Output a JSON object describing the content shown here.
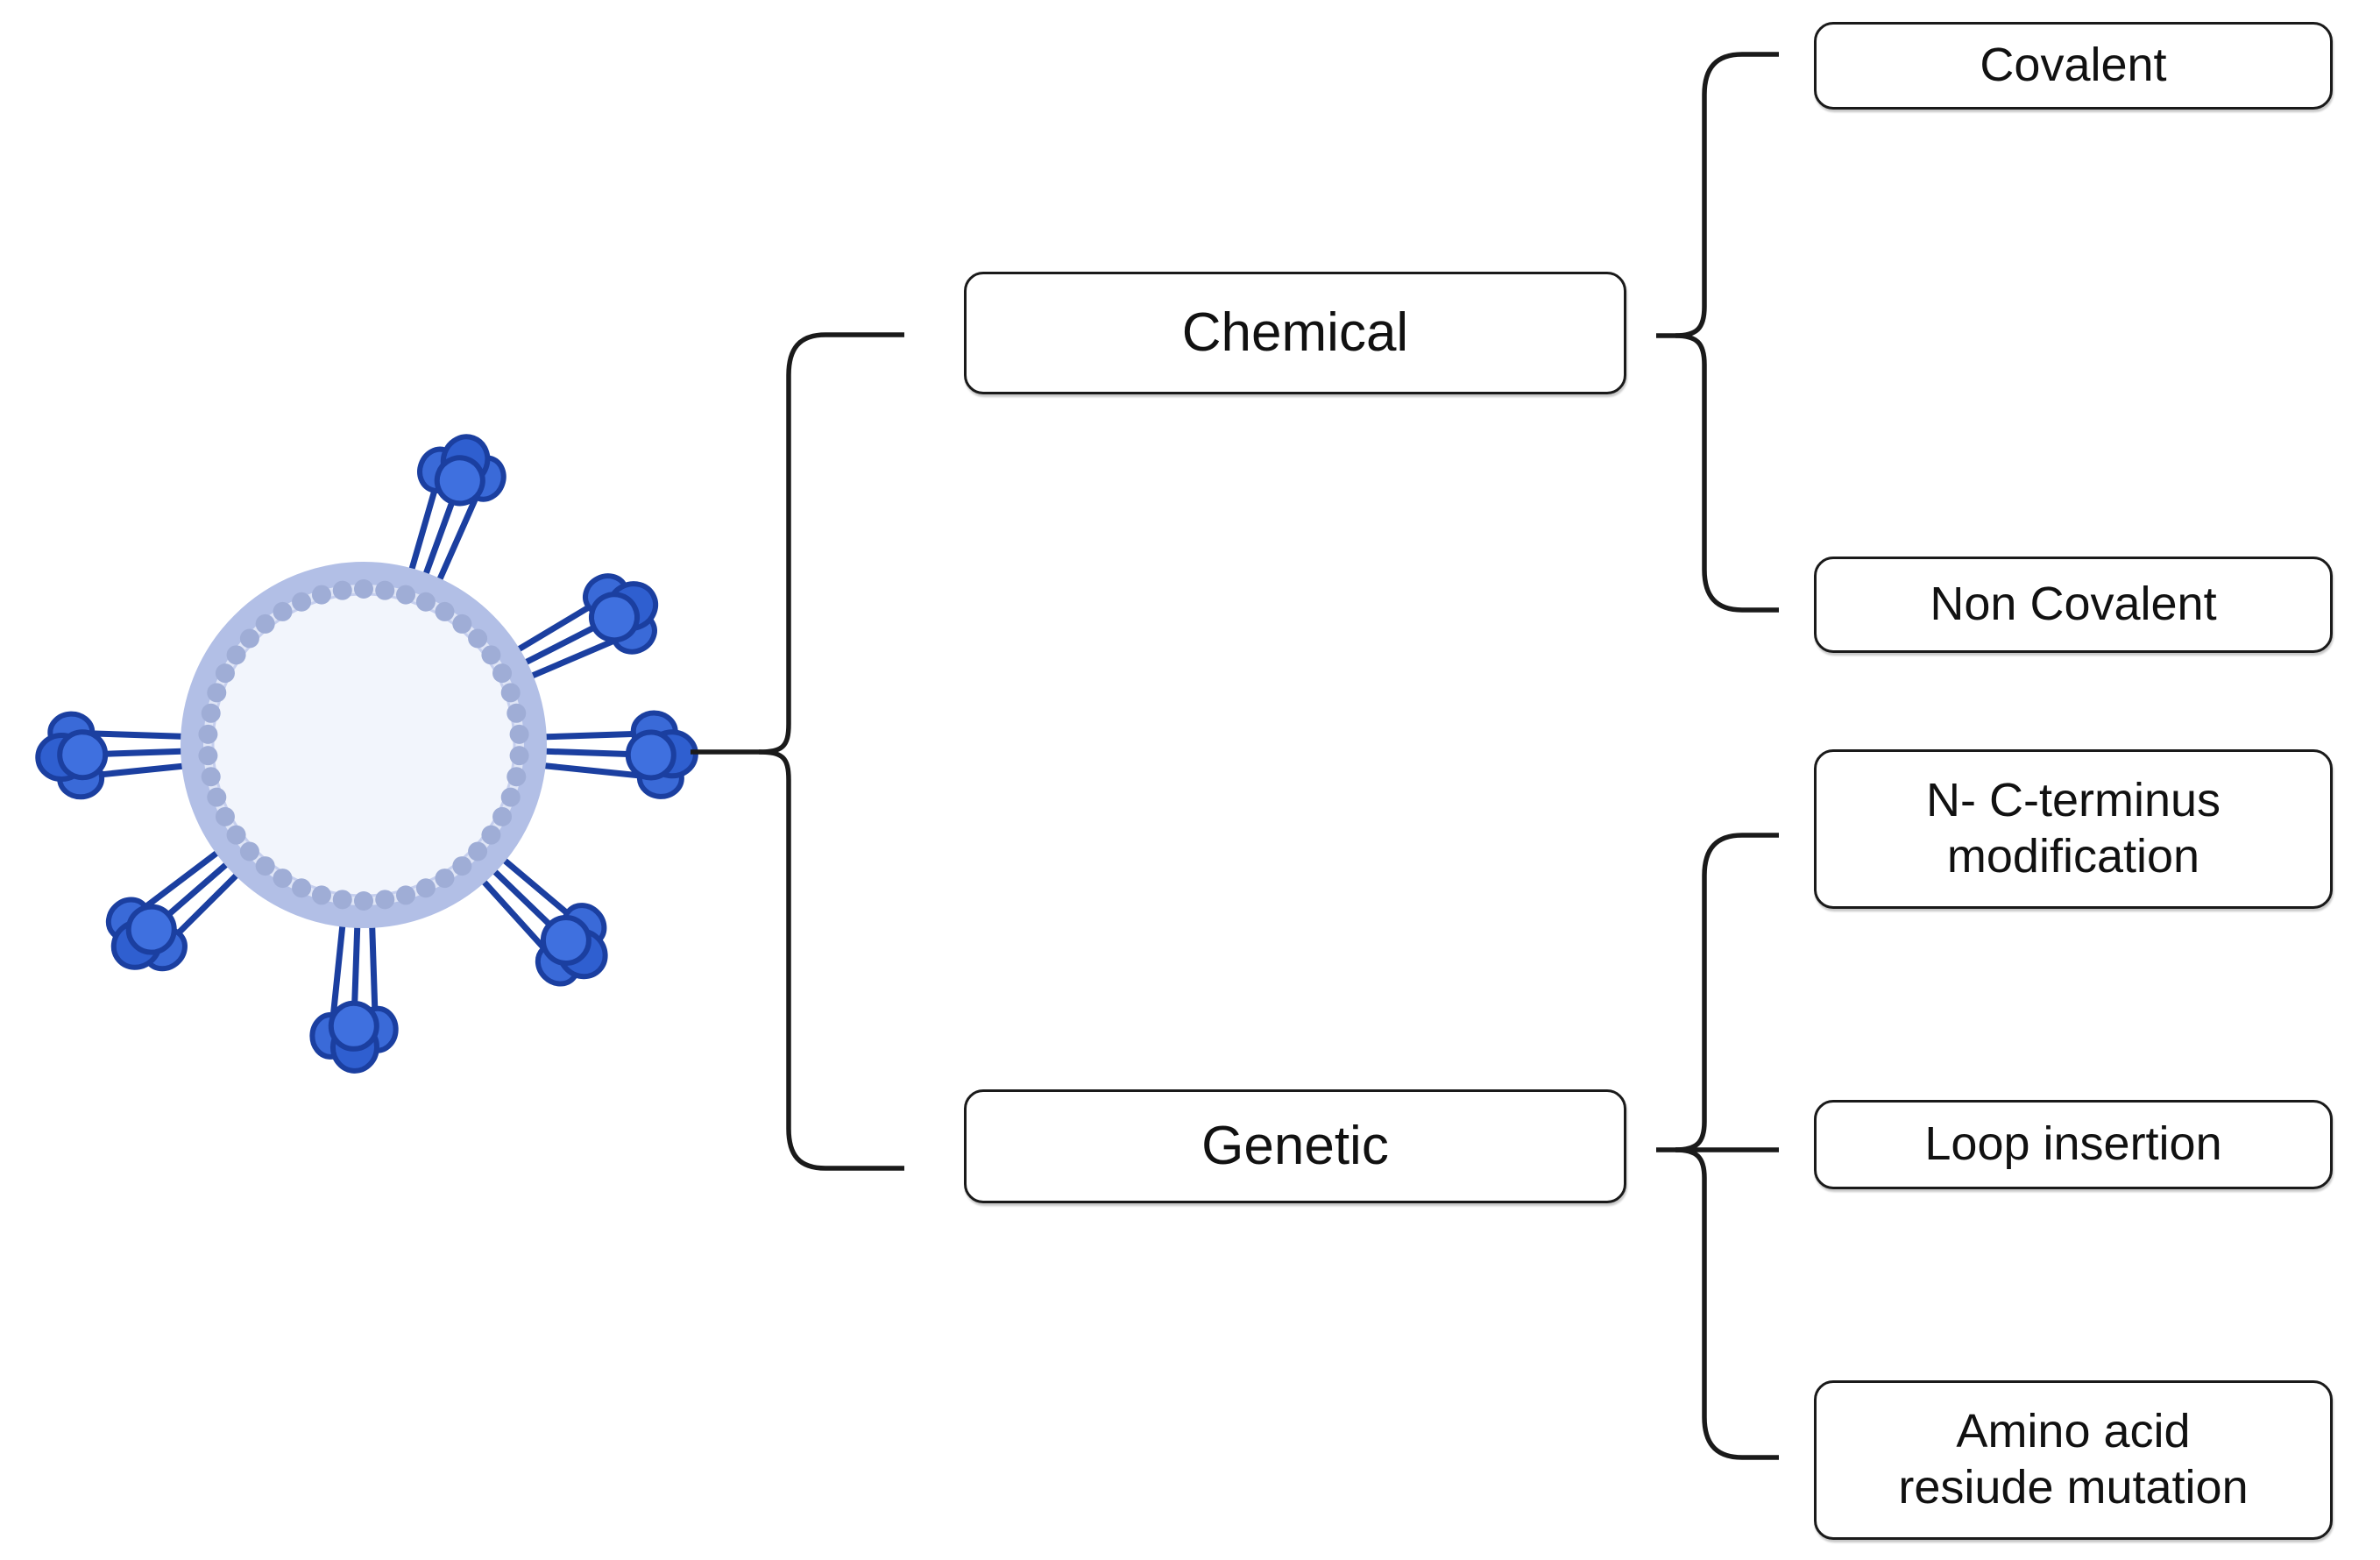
{
  "diagram": {
    "type": "tree-mindmap",
    "root": {
      "name": "virus-particle",
      "description": "enveloped virus particle with surface spike glycoproteins"
    },
    "level1": [
      {
        "id": "chemical",
        "label": "Chemical"
      },
      {
        "id": "genetic",
        "label": "Genetic"
      }
    ],
    "level2": {
      "chemical": [
        {
          "id": "covalent",
          "label": "Covalent"
        },
        {
          "id": "non-covalent",
          "label": "Non Covalent"
        }
      ],
      "genetic": [
        {
          "id": "terminus-modification",
          "label": "N- C-terminus\nmodification"
        },
        {
          "id": "loop-insertion",
          "label": "Loop insertion"
        },
        {
          "id": "residue-mutation",
          "label": "Amino acid\nresiude mutation"
        }
      ]
    },
    "colors": {
      "line": "#1a1a1a",
      "box_fill": "#ffffff",
      "box_border": "#1a1a1a",
      "text": "#111111",
      "envelope_outer": "#b7c2e8",
      "envelope_inner": "#f2f5fc",
      "lipid_dot": "#9fadd6",
      "spike_fill": "#2f5fd0",
      "spike_stroke": "#1b3fa0"
    }
  }
}
